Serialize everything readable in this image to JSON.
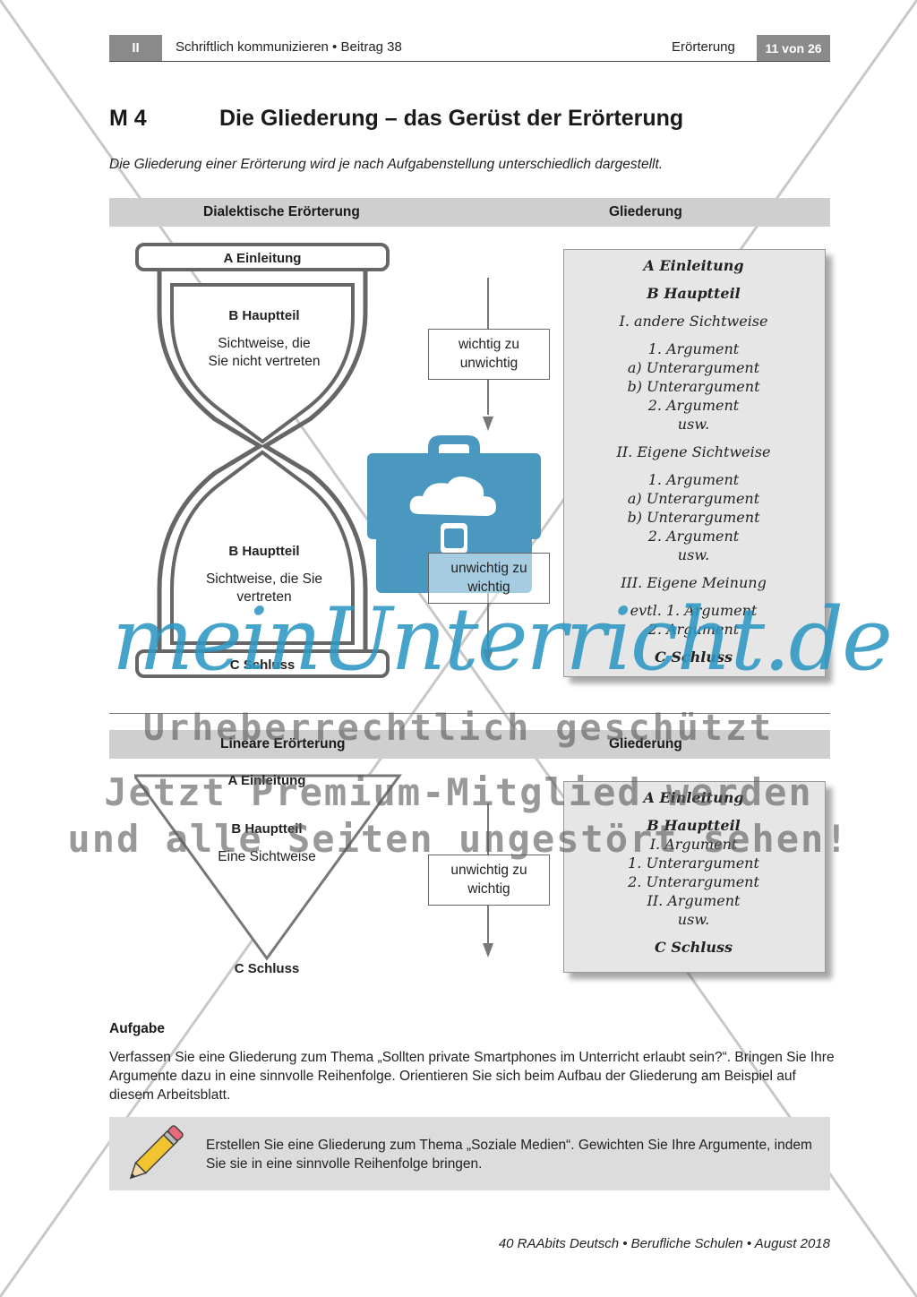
{
  "header": {
    "section": "II",
    "title": "Schriftlich kommunizieren • Beitrag 38",
    "type": "Erörterung",
    "page": "11 von 26"
  },
  "material": {
    "code": "M 4",
    "title": "Die Gliederung – das Gerüst der Erörterung",
    "intro": "Die Gliederung einer Erörterung wird je nach Aufgabenstellung unterschiedlich dargestellt."
  },
  "dialectic": {
    "heading": "Dialektische Erörterung",
    "outline_heading": "Gliederung",
    "intro_label": "A Einleitung",
    "upper_title": "B Hauptteil",
    "upper_text": "Sichtweise, die Sie nicht vertreten",
    "lower_title": "B Hauptteil",
    "lower_text": "Sichtweise, die Sie vertreten",
    "close_label": "C Schluss",
    "arrow1_label": "wichtig zu unwichtig",
    "arrow2_label": "unwichtig zu wichtig",
    "outline": {
      "l1": "A Einleitung",
      "l2": "B Hauptteil",
      "l3": "I. andere Sichtweise",
      "l4": "1. Argument",
      "l5": "a) Unterargument",
      "l6": "b) Unterargument",
      "l7": "2. Argument",
      "l8": "usw.",
      "l9": "II. Eigene Sichtweise",
      "l10": "1. Argument",
      "l11": "a) Unterargument",
      "l12": "b) Unterargument",
      "l13": "2. Argument",
      "l14": "usw.",
      "l15": "III. Eigene Meinung",
      "l16": "evtl. 1. Argument",
      "l17": "2. Argument",
      "l18": "C Schluss"
    }
  },
  "linear": {
    "heading": "Lineare Erörterung",
    "outline_heading": "Gliederung",
    "intro_label": "A Einleitung",
    "main_title": "B Hauptteil",
    "main_text": "Eine Sichtweise",
    "close_label": "C Schluss",
    "arrow_label": "unwichtig zu wichtig",
    "outline": {
      "l1": "A Einleitung",
      "l2": "B Hauptteil",
      "l3": "I. Argument",
      "l4": "1. Unterargument",
      "l5": "2. Unterargument",
      "l6": "II. Argument",
      "l7": "usw.",
      "l8": "C Schluss"
    }
  },
  "task": {
    "heading": "Aufgabe",
    "text": "Verfassen Sie eine Gliederung zum Thema „Sollten private Smartphones im Unterricht erlaubt sein?“. Bringen Sie Ihre Argumente dazu in eine sinnvolle Reihenfolge. Orientieren Sie sich beim Aufbau der Gliederung am Beispiel auf diesem Arbeitsblatt."
  },
  "tip": {
    "icon": "pencil-icon",
    "text": "Erstellen Sie eine Gliederung zum Thema „Soziale Medien“. Gewichten Sie Ihre Argumente, indem Sie sie in eine sinnvolle Reihenfolge bringen."
  },
  "footer": "40  RAAbits Deutsch • Berufliche Schulen • August 2018",
  "watermark": {
    "brand": "meinUnterricht.de",
    "line1": "Urheberrechtlich geschützt",
    "line2": "Jetzt Premium-Mitglied werden",
    "line3": "und alle Seiten ungestört sehen!"
  },
  "colors": {
    "band": "#cfcfcf",
    "panel": "#e6e6e6",
    "watermark_blue": "#2c96c3",
    "briefcase": "#4a98c0"
  }
}
